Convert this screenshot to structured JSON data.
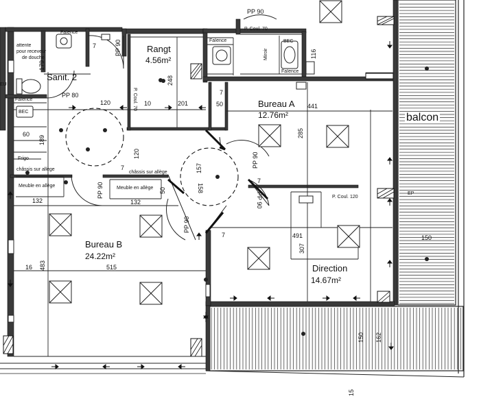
{
  "rooms": {
    "rangt": {
      "name": "Rangt",
      "area": "4.56m²"
    },
    "sanit": {
      "name": "Sanit. 2"
    },
    "bureau_a": {
      "name": "Bureau A",
      "area": "12.76m²"
    },
    "bureau_b": {
      "name": "Bureau B",
      "area": "24.22m²"
    },
    "direction": {
      "name": "Direction",
      "area": "14.67m²"
    },
    "balcon": {
      "name": "balcon"
    }
  },
  "labels": {
    "attente_1": "attente",
    "attente_2": "pour receveur",
    "attente_3": "de douche",
    "faience_1": "Faïence",
    "faience_2": "Faïence",
    "faience_3": "Faïence",
    "faience_4": "Faïence",
    "bec_1": "BEC",
    "bec_2": "BEC",
    "miroir": "Miroir",
    "frigo": "Frigo",
    "chassis_1": "châssis sur allège",
    "chassis_2": "châssis sur allège",
    "meuble_1": "Meuble en allège",
    "meuble_2": "Meuble en allège",
    "p_coul_70_top": "P. Coul. 70",
    "p_coul_70_side": "P. Coul. 70",
    "p_coul_120": "P. Coul. 120",
    "ep": "EP",
    "eu": "EU"
  },
  "dimensions": {
    "pp90_top": "PP 90",
    "pp90_rangt": "PP 90",
    "pp80": "PP 80",
    "pp90_b": "PP 90",
    "pp90_a1": "PP 90",
    "pp90_a2": "PP 90",
    "pp90_dir": "PP 90",
    "d7_a": "7",
    "d7_b": "7",
    "d7_c": "7",
    "d7_d": "7",
    "d7_e": "7",
    "d179": "179",
    "d120_a": "120",
    "d10": "10",
    "d248": "248",
    "d201": "201",
    "d50_a": "50",
    "d50_b": "50",
    "d441": "441",
    "d285": "285",
    "d116": "116",
    "d60": "60",
    "d189": "189",
    "d120_b": "120",
    "d132_a": "132",
    "d132_b": "132",
    "d157": "157",
    "d158": "158",
    "d491": "491",
    "d307": "307",
    "d150_a": "150",
    "d150_b": "150",
    "d162": "162",
    "d16": "16",
    "d483": "483",
    "d515": "515",
    "d15": "15"
  }
}
